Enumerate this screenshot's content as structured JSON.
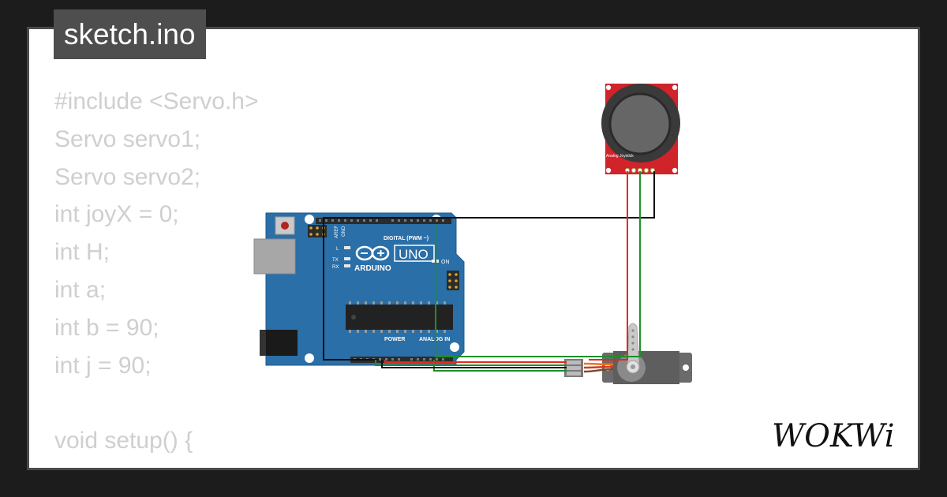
{
  "file_tab": {
    "filename": "sketch.ino"
  },
  "code_lines": [
    "#include <Servo.h>",
    "Servo servo1;",
    "Servo servo2;",
    "int joyX = 0;",
    "int H;",
    "int a;",
    "int b = 90;",
    "int j = 90;",
    "",
    "void setup() {"
  ],
  "arduino": {
    "brand": "ARDUINO",
    "model": "UNO",
    "digital_header": "DIGITAL (PWM ~)",
    "power_header": "POWER",
    "analog_header": "ANALOG IN",
    "on_label": "ON",
    "l_label": "L",
    "tx_label": "TX",
    "rx_label": "RX",
    "aref_label": "AREF",
    "gnd_label": "GND"
  },
  "joystick": {
    "label": "Analog Joystick"
  },
  "logo": {
    "text": "WOKWi"
  },
  "colors": {
    "background": "#1c1c1c",
    "card": "#ffffff",
    "code_text": "#cfcfcf",
    "arduino_board": "#2a6fa8",
    "joystick_board": "#d1232a",
    "wire_red": "#e8261f",
    "wire_green": "#1d8f2a",
    "wire_black": "#111111"
  }
}
